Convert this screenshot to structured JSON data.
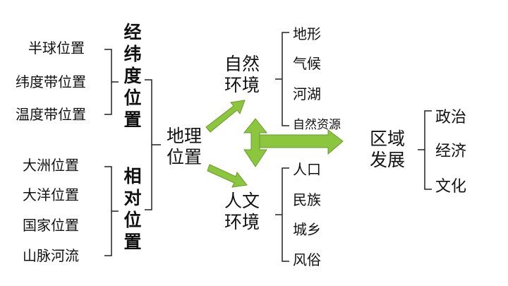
{
  "left": {
    "absolute_items": [
      "半球位置",
      "纬度带位置",
      "温度带位置"
    ],
    "absolute_label": "经纬度位置",
    "relative_items": [
      "大洲位置",
      "大洋位置",
      "国家位置",
      "山脉河流"
    ],
    "relative_label": "相对位置"
  },
  "center": {
    "label": "地理位置"
  },
  "natural": {
    "label": "自然环境",
    "items": [
      "地形",
      "气候",
      "河湖",
      "自然资源"
    ]
  },
  "human": {
    "label": "人文环境",
    "items": [
      "人口",
      "民族",
      "城乡",
      "风俗"
    ]
  },
  "region": {
    "label": "区域发展",
    "items": [
      "政治",
      "经济",
      "文化"
    ]
  },
  "colors": {
    "arrow_fill": "#8cc63f",
    "arrow_stroke": "#6a9a2c",
    "line": "#222222"
  }
}
